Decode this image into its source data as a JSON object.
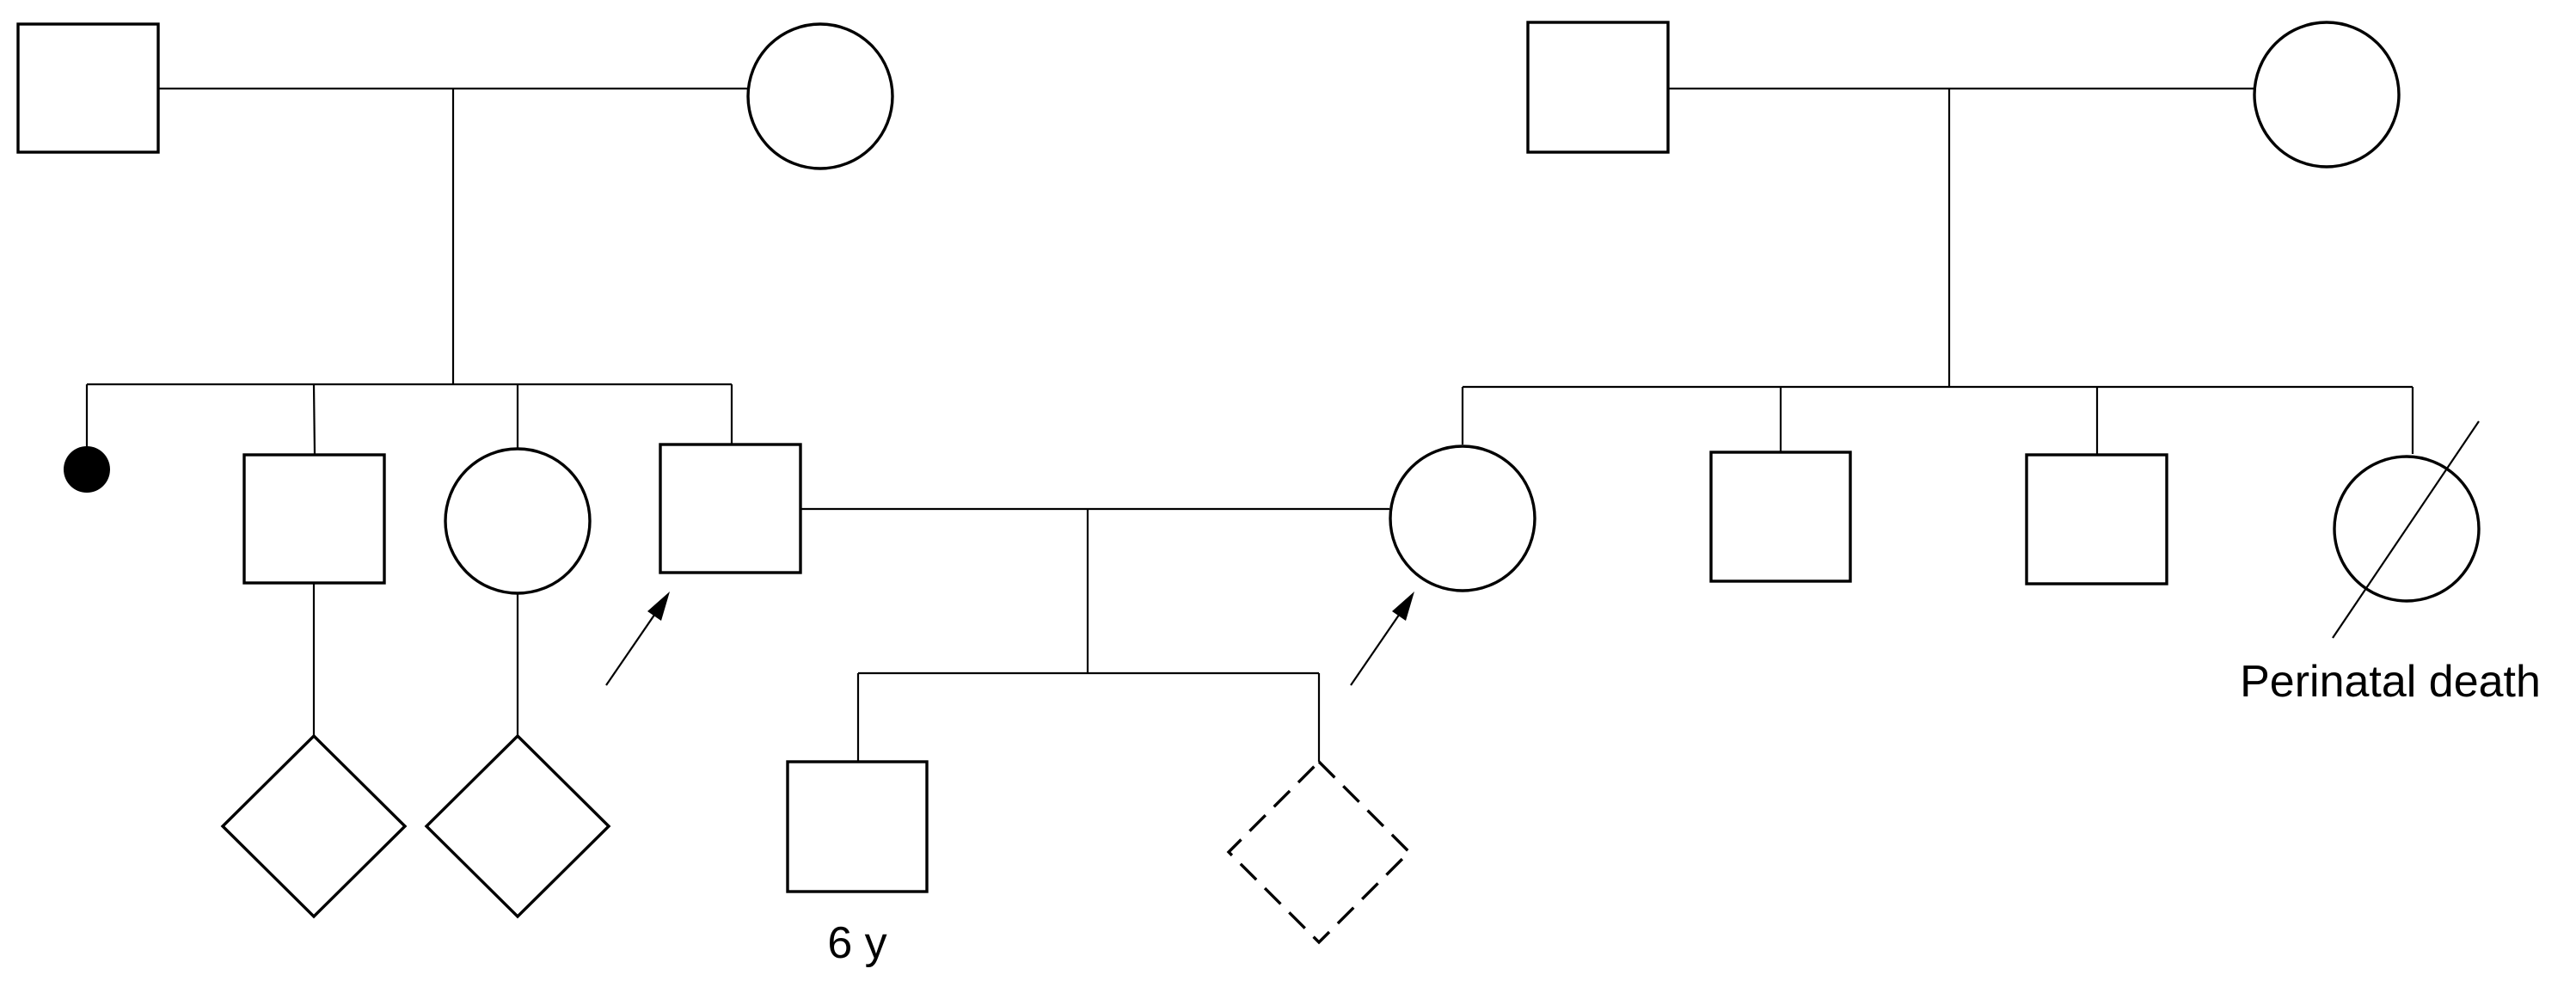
{
  "diagram": {
    "type": "pedigree",
    "labels": {
      "son_age": "6 y",
      "deceased_sister": "Perinatal death"
    },
    "individuals": [
      {
        "id": "I-1",
        "sex": "male",
        "status": "unaffected"
      },
      {
        "id": "I-2",
        "sex": "female",
        "status": "unaffected"
      },
      {
        "id": "I-3",
        "sex": "male",
        "status": "unaffected"
      },
      {
        "id": "I-4",
        "sex": "female",
        "status": "unaffected"
      },
      {
        "id": "II-1",
        "sex": "female",
        "status": "affected"
      },
      {
        "id": "II-2",
        "sex": "male",
        "status": "unaffected"
      },
      {
        "id": "II-3",
        "sex": "female",
        "status": "unaffected"
      },
      {
        "id": "II-4",
        "sex": "male",
        "status": "unaffected",
        "proband": true
      },
      {
        "id": "II-5",
        "sex": "female",
        "status": "unaffected",
        "proband": true
      },
      {
        "id": "II-6",
        "sex": "male",
        "status": "unaffected"
      },
      {
        "id": "II-7",
        "sex": "male",
        "status": "unaffected"
      },
      {
        "id": "II-8",
        "sex": "female",
        "status": "deceased"
      },
      {
        "id": "III-1",
        "sex": "unknown",
        "status": "unaffected"
      },
      {
        "id": "III-2",
        "sex": "unknown",
        "status": "unaffected"
      },
      {
        "id": "III-3",
        "sex": "male",
        "status": "unaffected"
      },
      {
        "id": "III-4",
        "sex": "unknown",
        "status": "pregnancy"
      }
    ]
  }
}
